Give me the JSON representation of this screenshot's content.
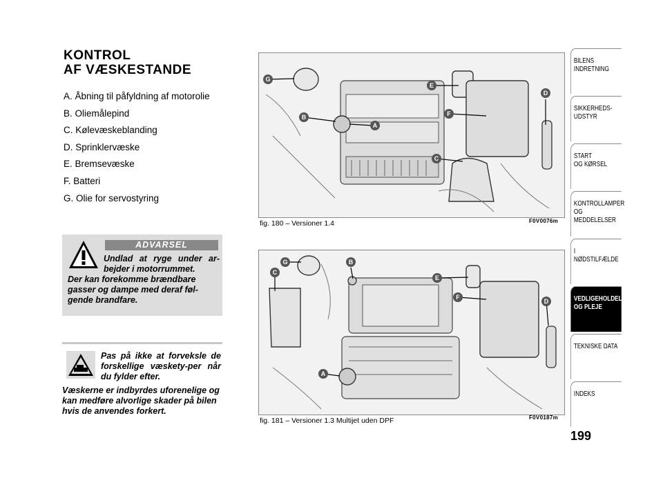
{
  "section": {
    "title_line1": "KONTROL",
    "title_line2": "AF VÆSKESTANDE"
  },
  "legend": [
    "A.  Åbning til påfyldning af motorolie",
    "B.  Oliemålepind",
    "C.  Kølevæskeblanding",
    "D.  Sprinklervæske",
    "E.  Bremsevæske",
    "F.  Batteri",
    "G.  Olie for servostyring"
  ],
  "warning": {
    "header": "ADVARSEL",
    "text_lead": "Undlad at ryge under ar-bejder i motorrummet.",
    "text_rest": "Der kan forekomme brændbare gasser og dampe med deraf føl-gende brandfare."
  },
  "note": {
    "text_lead": "Pas på ikke at forveksle de forskellige væskety-per når du fylder efter.",
    "text_rest": "Væskerne er indbyrdes uforenelige og kan medføre alvorlige skader på bilen hvis de anvendes forkert."
  },
  "figures": [
    {
      "caption": "fig. 180 – Versioner 1.4",
      "code": "F0V0076m",
      "labels": [
        "G",
        "E",
        "D",
        "B",
        "A",
        "F",
        "C"
      ]
    },
    {
      "caption": "fig. 181 – Versioner 1.3 Multijet uden DPF",
      "code": "F0V0187m",
      "labels": [
        "G",
        "B",
        "C",
        "E",
        "F",
        "D",
        "A"
      ]
    }
  ],
  "tabs": [
    {
      "line1": "BILENS",
      "line2": "INDRETNING",
      "active": false
    },
    {
      "line1": "SIKKERHEDS-",
      "line2": "UDSTYR",
      "active": false
    },
    {
      "line1": "START",
      "line2": "OG KØRSEL",
      "active": false
    },
    {
      "line1": "KONTROLLAMPER",
      "line2": "OG MEDDELELSER",
      "active": false
    },
    {
      "line1": "I NØDSTILFÆLDE",
      "line2": "",
      "active": false
    },
    {
      "line1": "VEDLIGEHOLDELSE",
      "line2": "OG PLEJE",
      "active": true
    },
    {
      "line1": "TEKNISKE DATA",
      "line2": "",
      "active": false
    },
    {
      "line1": "INDEKS",
      "line2": "",
      "active": false
    }
  ],
  "page_number": "199",
  "colors": {
    "label_circle": "#555555",
    "active_tab": "#000000",
    "warning_bg": "#dcdcdc"
  },
  "icons": [
    "warning-triangle-icon",
    "vehicle-caution-icon"
  ]
}
